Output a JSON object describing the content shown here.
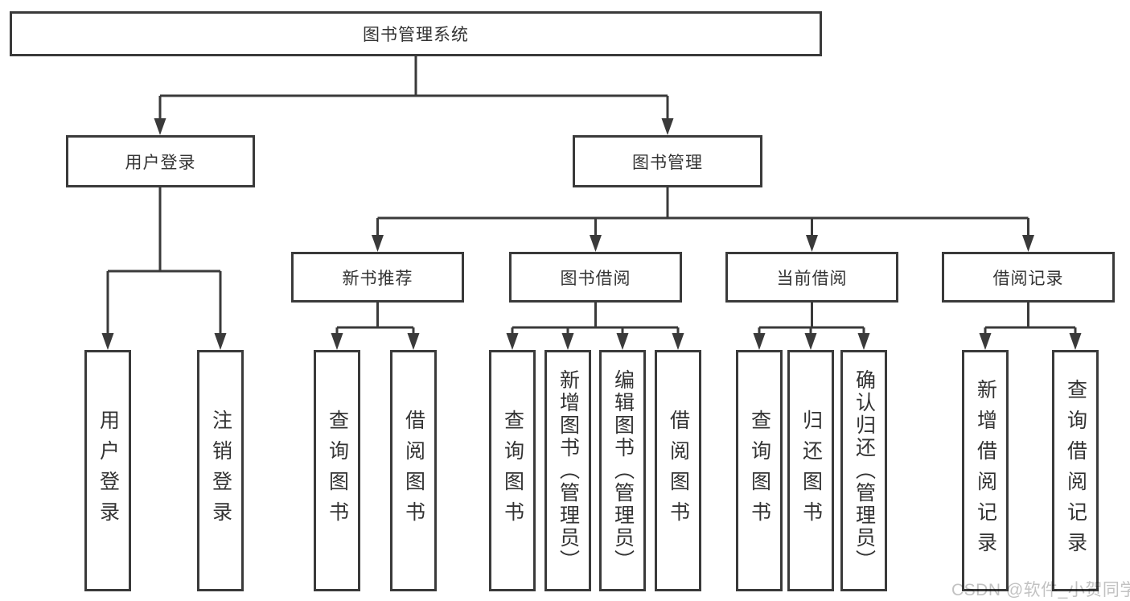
{
  "colors": {
    "line": "#3a3a3a",
    "text": "#333333",
    "watermark": "#c2c2c2",
    "background": "#ffffff"
  },
  "tree": {
    "root": "图书管理系统",
    "branches": [
      {
        "label": "用户登录",
        "children": [
          "用户登录",
          "注销登录"
        ]
      },
      {
        "label": "图书管理",
        "groups": [
          {
            "label": "新书推荐",
            "children": [
              "查询图书",
              "借阅图书"
            ]
          },
          {
            "label": "图书借阅",
            "children": [
              "查询图书",
              "新增图书（管理员）",
              "编辑图书（管理员）",
              "借阅图书"
            ]
          },
          {
            "label": "当前借阅",
            "children": [
              "查询图书",
              "归还图书",
              "确认归还（管理员）"
            ]
          },
          {
            "label": "借阅记录",
            "children": [
              "新增借阅记录",
              "查询借阅记录"
            ]
          }
        ]
      }
    ]
  },
  "watermark": "CSDN @软件_小贺同学"
}
